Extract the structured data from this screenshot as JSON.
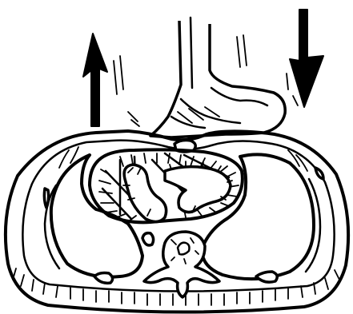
{
  "figure": {
    "subject": "cardiac-compression-cross-section",
    "elements": [
      "upward-arrow",
      "downward-arrow",
      "compressing-hands",
      "chest-wall",
      "sternum",
      "heart",
      "ventricles",
      "vertebra",
      "aorta",
      "left-lung-cavity",
      "right-lung-cavity"
    ],
    "colors": {
      "ink": "#000000",
      "paper": "#ffffff"
    }
  }
}
